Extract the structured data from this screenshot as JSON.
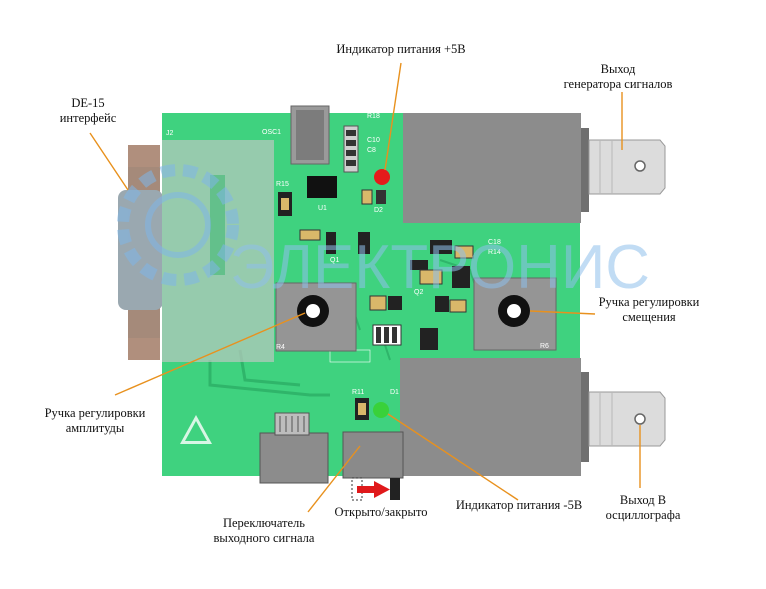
{
  "labels": {
    "de15": {
      "line1": "DE-15",
      "line2": "интерфейс"
    },
    "power_plus": {
      "line1": "Индикатор питания +5В"
    },
    "gen_out": {
      "line1": "Выход",
      "line2": "генератора сигналов"
    },
    "offset_knob": {
      "line1": "Ручка регулировки",
      "line2": "смещения"
    },
    "amp_knob": {
      "line1": "Ручка регулировки",
      "line2": "амплитуды"
    },
    "switch": {
      "line1": "Переключатель",
      "line2": "выходного сигнала"
    },
    "open_close": {
      "line1": "Открыто/закрыто"
    },
    "power_minus": {
      "line1": "Индикатор питания -5В"
    },
    "scope_out": {
      "line1": "Выход В",
      "line2": "осциллографа"
    }
  },
  "silkscreen": {
    "j2": "J2",
    "osc1": "OSC1",
    "u1": "U1",
    "r15": "R15",
    "r4": "R4",
    "r6": "R6",
    "r18": "R18",
    "r14": "R14",
    "c10": "C10",
    "c8": "C8",
    "c18": "C18",
    "d2": "D2",
    "d1": "D1",
    "r11": "R11",
    "q1": "Q1",
    "q2": "Q2"
  },
  "watermark": "ЭЛЕКТРОНИС",
  "colors": {
    "board": "#3fd27f",
    "connector": "#8c8c8c",
    "bnc": "#dcdcdc",
    "led_red": "#e51b1b",
    "led_green": "#39d13a",
    "leader": "#e8911e",
    "arrow": "#e0191b"
  }
}
